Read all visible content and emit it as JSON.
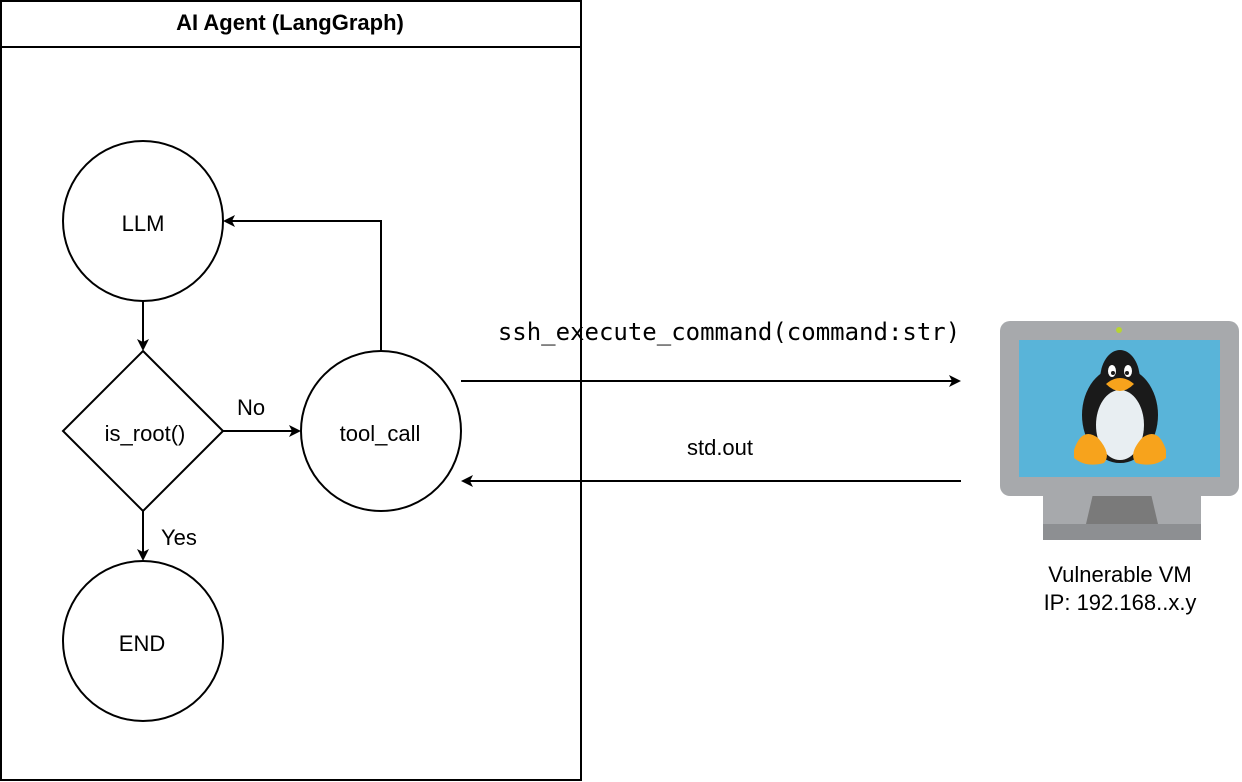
{
  "diagram": {
    "container_title": "AI Agent (LangGraph)",
    "nodes": {
      "llm": "LLM",
      "is_root": "is_root()",
      "tool_call": "tool_call",
      "end": "END"
    },
    "edges": {
      "no": "No",
      "yes": "Yes",
      "command": "ssh_execute_command(command:str)",
      "output": "std.out"
    },
    "vm": {
      "label": "Vulnerable VM",
      "ip": "IP: 192.168..x.y",
      "icon": "linux-monitor-icon"
    }
  },
  "colors": {
    "stroke": "#000000",
    "monitor_frame": "#a7a9ac",
    "monitor_screen": "#59b4d9",
    "monitor_base": "#7a7a7a",
    "led": "#b8d432",
    "tux_body": "#1a1a1a",
    "tux_belly": "#e8eef2",
    "tux_beak": "#f7a31c"
  }
}
